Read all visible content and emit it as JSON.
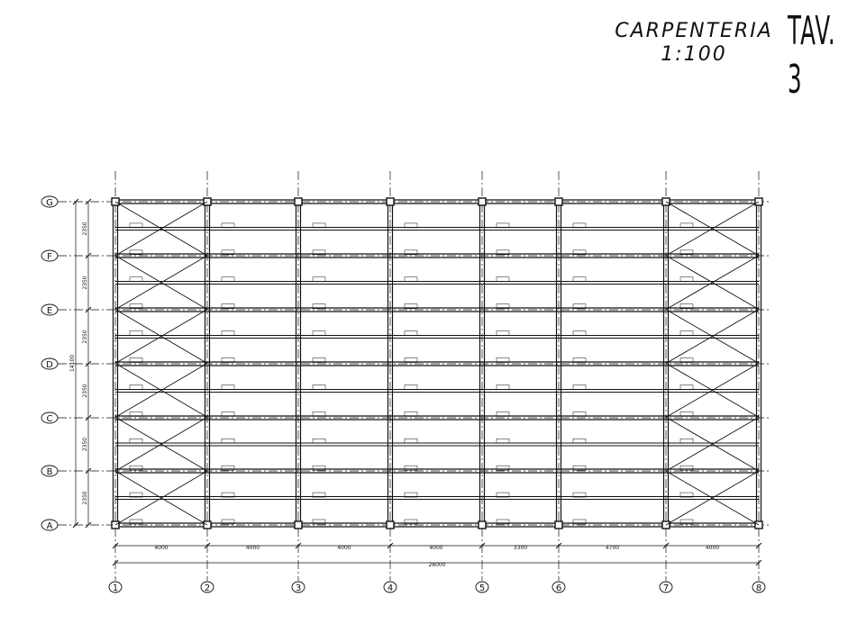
{
  "title": {
    "name": "CARPENTERIA",
    "scale": "1:100",
    "sheet": "TAV. 3"
  },
  "columns": [
    "1",
    "2",
    "3",
    "4",
    "5",
    "6",
    "7",
    "8"
  ],
  "rows": [
    "A",
    "B",
    "C",
    "D",
    "E",
    "F",
    "G"
  ],
  "bay_dimensions": [
    "4000",
    "4000",
    "4000",
    "4000",
    "3300",
    "4700",
    "4000"
  ],
  "total_length": "28000",
  "row_spacing": [
    "2350",
    "2350",
    "2350",
    "2350",
    "2350",
    "2350"
  ],
  "total_width": "14100"
}
